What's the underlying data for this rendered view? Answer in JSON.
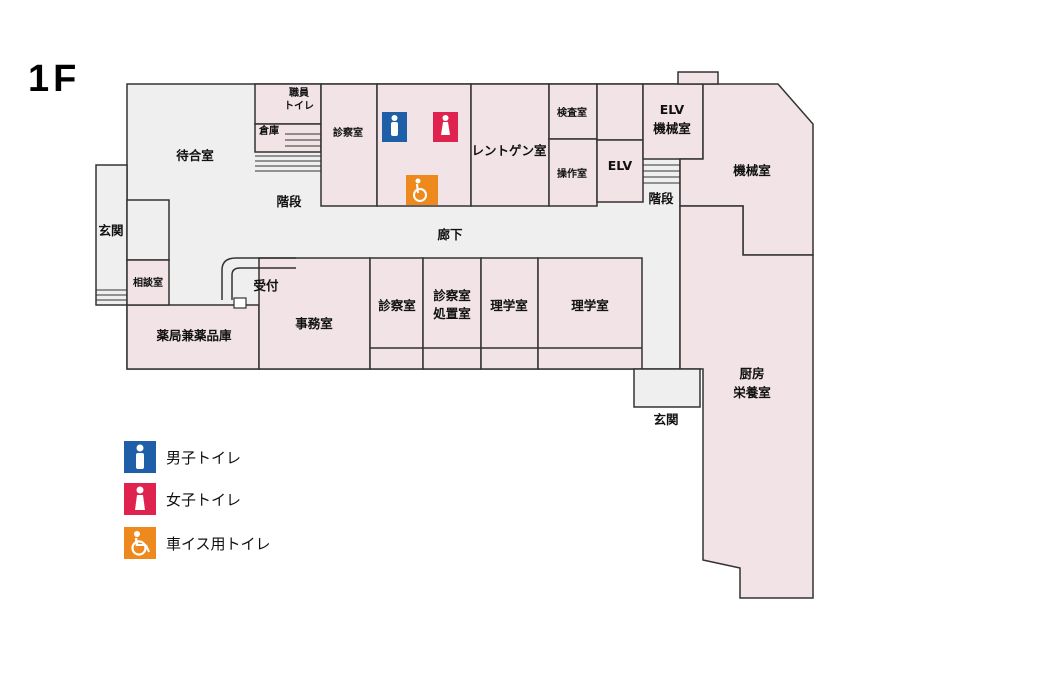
{
  "floor": {
    "title": "1F"
  },
  "rooms": {
    "waiting_room": "待合室",
    "staff_toilet_line1": "職員",
    "staff_toilet_line2": "トイレ",
    "storage": "倉庫",
    "exam_room_top": "診察室",
    "xray_room": "レントゲン室",
    "inspection_room": "検査室",
    "control_room": "操作室",
    "elv": "ELV",
    "elv_machine_line1": "ELV",
    "elv_machine_line2": "機械室",
    "machine_room": "機械室",
    "stairs_left": "階段",
    "stairs_right": "階段",
    "entrance_left": "玄関",
    "corridor": "廊下",
    "consult_room": "相談室",
    "reception": "受付",
    "pharmacy": "薬局兼薬品庫",
    "office": "事務室",
    "exam_room_bottom": "診察室",
    "exam_treat_line1": "診察室",
    "exam_treat_line2": "処置室",
    "pt_room_1": "理学室",
    "pt_room_2": "理学室",
    "kitchen_line1": "厨房",
    "kitchen_line2": "栄養室",
    "entrance_right": "玄関"
  },
  "legend": [
    {
      "icon": "male-toilet-icon",
      "label": "男子トイレ",
      "color": "#1f5fa8"
    },
    {
      "icon": "female-toilet-icon",
      "label": "女子トイレ",
      "color": "#e0234e"
    },
    {
      "icon": "wheelchair-toilet-icon",
      "label": "車イス用トイレ",
      "color": "#ee8a1d"
    }
  ]
}
